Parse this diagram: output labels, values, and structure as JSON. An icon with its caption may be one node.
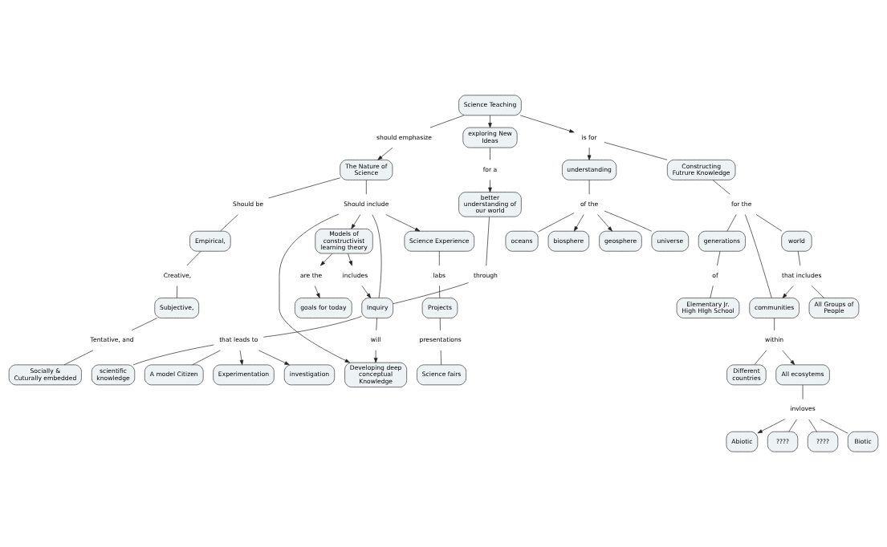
{
  "diagram": {
    "nodes": [
      {
        "text": [
          "exploring New Ideas"
        ]
      },
      {
        "text": [
          "for a"
        ]
      },
      {
        "text": [
          "better understanding of our world"
        ]
      },
      {
        "text": [
          "through"
        ]
      },
      {
        "text": [
          "Developing deep conceptual Knowledge"
        ]
      },
      {
        "text": [
          "Science Teaching"
        ]
      },
      {
        "text": [
          "should emphasize"
        ]
      },
      {
        "text": [
          "The Nature of Science"
        ]
      },
      {
        "text": [
          "Should include"
        ]
      },
      {
        "text": [
          "will"
        ]
      },
      {
        "text": [
          "Inquiry"
        ]
      },
      {
        "text": [
          "Science Experience"
        ]
      },
      {
        "text": [
          "Should be"
        ]
      },
      {
        "text": [
          "is for"
        ]
      },
      {
        "text": [
          "understanding"
        ]
      },
      {
        "text": [
          "labs"
        ]
      },
      {
        "text": [
          "Empirical,"
        ]
      },
      {
        "text": [
          "Experimentation"
        ]
      },
      {
        "text": [
          "biosphere"
        ]
      },
      {
        "text": [
          "investigation"
        ]
      },
      {
        "text": [
          "Projects"
        ]
      },
      {
        "text": [
          "Creative,"
        ]
      },
      {
        "text": [
          "of the"
        ]
      },
      {
        "text": [
          "geosphere"
        ]
      },
      {
        "text": [
          "that leads to"
        ]
      },
      {
        "text": [
          "Constructing Futrure Knowledge"
        ]
      },
      {
        "text": [
          "presentations"
        ]
      },
      {
        "text": [
          "Subjective,"
        ]
      },
      {
        "text": [
          "includes"
        ]
      },
      {
        "text": [
          "universe"
        ]
      },
      {
        "text": [
          "oceans"
        ]
      },
      {
        "text": [
          "Science fairs"
        ]
      },
      {
        "text": [
          "scientific knowledge"
        ]
      },
      {
        "text": [
          "for the"
        ]
      },
      {
        "text": [
          "Tentative, and"
        ]
      },
      {
        "text": [
          "A model Citizen"
        ]
      },
      {
        "text": [
          "generations"
        ]
      },
      {
        "text": [
          "world"
        ]
      },
      {
        "text": [
          "communities"
        ]
      },
      {
        "text": [
          "Socially & Cuturally embedded"
        ]
      },
      {
        "text": [
          "within"
        ]
      },
      {
        "text": [
          "All ecosytems"
        ]
      },
      {
        "text": [
          "that includes"
        ]
      },
      {
        "text": [
          "of"
        ]
      },
      {
        "text": [
          "invloves"
        ]
      },
      {
        "text": [
          "Abiotic"
        ]
      },
      {
        "text": [
          "Models of constructivist learning theory"
        ]
      },
      {
        "text": [
          "Elementary Jr. High HIgh School"
        ]
      },
      {
        "text": [
          "All Groups of People"
        ]
      },
      {
        "text": [
          "Different countries"
        ]
      },
      {
        "text": [
          "????"
        ]
      },
      {
        "text": [
          "????"
        ]
      },
      {
        "text": [
          "Biotic"
        ]
      },
      {
        "text": [
          "are the"
        ]
      },
      {
        "text": [
          "goals for today"
        ]
      }
    ],
    "edges": [
      {
        "from": 0,
        "to": 1,
        "arrow": "none"
      },
      {
        "from": 1,
        "to": 2,
        "arrow": "to"
      },
      {
        "from": 2,
        "to": 3,
        "arrow": "none"
      },
      {
        "from": 3,
        "to": 10,
        "arrow": "none"
      },
      {
        "from": 5,
        "to": 0,
        "arrow": "to"
      },
      {
        "from": 5,
        "to": 6,
        "arrow": "none"
      },
      {
        "from": 6,
        "to": 7,
        "arrow": "to"
      },
      {
        "from": 7,
        "to": 8,
        "arrow": "none"
      },
      {
        "from": 8,
        "to": 10,
        "arrow": "none"
      },
      {
        "from": 8,
        "to": 4,
        "arrow": "to"
      },
      {
        "from": 8,
        "to": 11,
        "arrow": "to"
      },
      {
        "from": 8,
        "to": 46,
        "arrow": "to"
      },
      {
        "from": 10,
        "to": 9,
        "arrow": "none"
      },
      {
        "from": 9,
        "to": 4,
        "arrow": "to"
      },
      {
        "from": 46,
        "to": 28,
        "arrow": "to"
      },
      {
        "from": 28,
        "to": 10,
        "arrow": "to"
      },
      {
        "from": 10,
        "to": 24,
        "arrow": "none"
      },
      {
        "from": 24,
        "to": 17,
        "arrow": "to"
      },
      {
        "from": 24,
        "to": 19,
        "arrow": "to"
      },
      {
        "from": 24,
        "to": 32,
        "arrow": "none"
      },
      {
        "from": 24,
        "to": 35,
        "arrow": "none"
      },
      {
        "from": 7,
        "to": 12,
        "arrow": "none"
      },
      {
        "from": 12,
        "to": 16,
        "arrow": "none"
      },
      {
        "from": 16,
        "to": 21,
        "arrow": "none"
      },
      {
        "from": 21,
        "to": 27,
        "arrow": "none"
      },
      {
        "from": 27,
        "to": 34,
        "arrow": "none"
      },
      {
        "from": 34,
        "to": 39,
        "arrow": "none"
      },
      {
        "from": 11,
        "to": 15,
        "arrow": "none"
      },
      {
        "from": 15,
        "to": 20,
        "arrow": "none"
      },
      {
        "from": 20,
        "to": 26,
        "arrow": "none"
      },
      {
        "from": 26,
        "to": 31,
        "arrow": "none"
      },
      {
        "from": 5,
        "to": 13,
        "arrow": "to"
      },
      {
        "from": 13,
        "to": 14,
        "arrow": "to"
      },
      {
        "from": 13,
        "to": 25,
        "arrow": "none"
      },
      {
        "from": 14,
        "to": 22,
        "arrow": "none"
      },
      {
        "from": 22,
        "to": 18,
        "arrow": "to"
      },
      {
        "from": 22,
        "to": 23,
        "arrow": "to"
      },
      {
        "from": 22,
        "to": 29,
        "arrow": "none"
      },
      {
        "from": 22,
        "to": 30,
        "arrow": "none"
      },
      {
        "from": 25,
        "to": 33,
        "arrow": "none"
      },
      {
        "from": 33,
        "to": 36,
        "arrow": "none"
      },
      {
        "from": 33,
        "to": 37,
        "arrow": "none"
      },
      {
        "from": 33,
        "to": 38,
        "arrow": "none"
      },
      {
        "from": 36,
        "to": 43,
        "arrow": "none"
      },
      {
        "from": 43,
        "to": 47,
        "arrow": "none"
      },
      {
        "from": 37,
        "to": 42,
        "arrow": "none"
      },
      {
        "from": 42,
        "to": 38,
        "arrow": "to"
      },
      {
        "from": 42,
        "to": 48,
        "arrow": "none"
      },
      {
        "from": 38,
        "to": 40,
        "arrow": "none"
      },
      {
        "from": 40,
        "to": 41,
        "arrow": "to"
      },
      {
        "from": 40,
        "to": 49,
        "arrow": "none"
      },
      {
        "from": 41,
        "to": 44,
        "arrow": "none"
      },
      {
        "from": 44,
        "to": 45,
        "arrow": "to"
      },
      {
        "from": 44,
        "to": 50,
        "arrow": "none"
      },
      {
        "from": 44,
        "to": 51,
        "arrow": "none"
      },
      {
        "from": 44,
        "to": 52,
        "arrow": "none"
      },
      {
        "from": 46,
        "to": 53,
        "arrow": "to"
      },
      {
        "from": 53,
        "to": 54,
        "arrow": "to"
      }
    ]
  }
}
